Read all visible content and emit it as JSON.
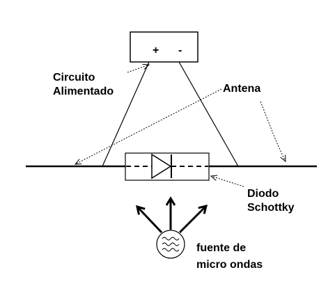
{
  "labels": {
    "plus": "+",
    "minus": "-",
    "circuit_line1": "Circuito",
    "circuit_line2": "Alimentado",
    "antenna": "Antena",
    "diode_line1": "Diodo",
    "diode_line2": "Schottky",
    "source_line1": "fuente de",
    "source_line2": "micro ondas"
  },
  "colors": {
    "stroke": "#000000",
    "background": "#ffffff"
  },
  "icons": {
    "diode": "schottky-diode-symbol",
    "microwave_source": "wave-source-icon",
    "radiation": "arrow-icon"
  }
}
